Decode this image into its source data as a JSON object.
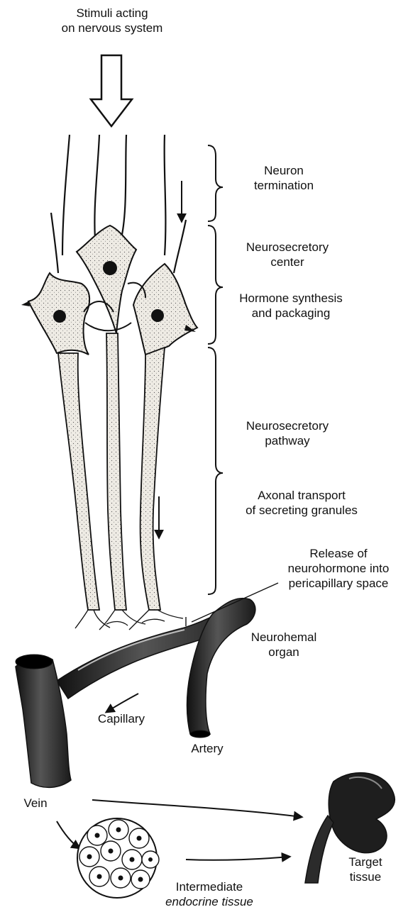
{
  "labels": {
    "stimuli": [
      "Stimuli acting",
      "on nervous system"
    ],
    "neuron_termination": [
      "Neuron",
      "termination"
    ],
    "neurosecretory_center": [
      "Neurosecretory",
      "center"
    ],
    "hormone_synthesis": [
      "Hormone synthesis",
      "and packaging"
    ],
    "neurosecretory_pathway": [
      "Neurosecretory",
      "pathway"
    ],
    "axonal_transport": [
      "Axonal transport",
      "of secreting granules"
    ],
    "release": [
      "Release of",
      "neurohormone into",
      "pericapillary space"
    ],
    "neurohemal_organ": [
      "Neurohemal",
      "organ"
    ],
    "capillary": "Capillary",
    "artery": "Artery",
    "vein": "Vein",
    "target_tissue": [
      "Target",
      "tissue"
    ],
    "intermediate": [
      "Intermediate",
      "endocrine tissue"
    ]
  },
  "colors": {
    "ink": "#111111",
    "cell_fill": "#ece9e2",
    "vessel_fill": "#2b2b2b",
    "kidney_fill": "#1e1e1e"
  }
}
